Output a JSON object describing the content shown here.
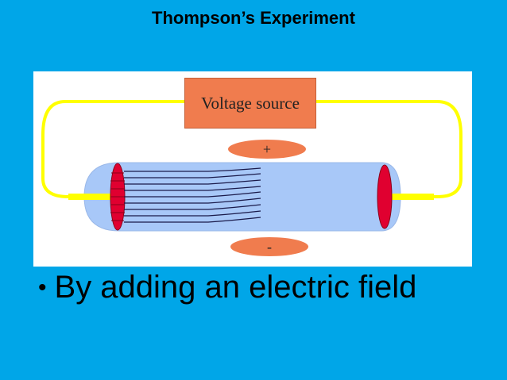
{
  "slide": {
    "title": "Thompson’s Experiment"
  },
  "diagram": {
    "voltage_source_label": "Voltage source",
    "positive_plate_label": "+",
    "negative_plate_label": "-",
    "colors": {
      "tube": "#a8c8f8",
      "electrode": "#e00030",
      "wire": "#ffff00",
      "plate": "#f07c4e"
    }
  },
  "bullets": [
    {
      "symbol": "•",
      "text": "By adding an electric field"
    }
  ]
}
